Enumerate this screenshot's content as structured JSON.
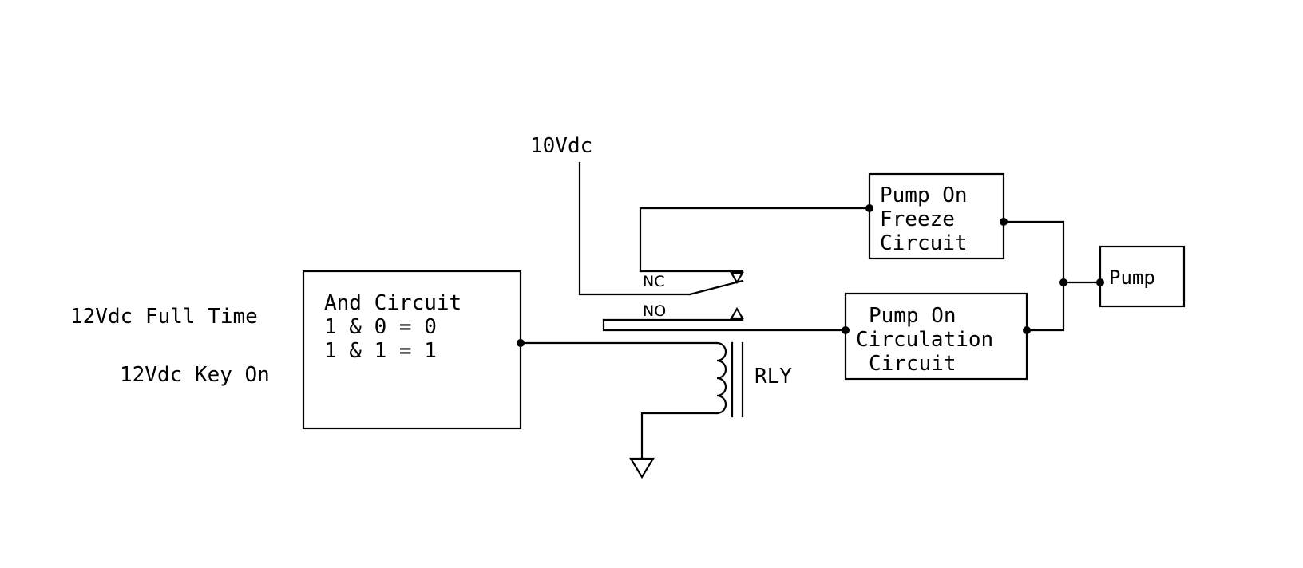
{
  "inputs": {
    "full_time": "12Vdc Full Time",
    "key_on": "12Vdc Key On"
  },
  "and_circuit": {
    "title": "And Circuit",
    "line1": "1 & 0 = 0",
    "line2": "1 & 1 = 1"
  },
  "supply": "10Vdc",
  "relay": {
    "label": "RLY",
    "nc": "NC",
    "no": "NO"
  },
  "freeze_circuit": {
    "line1": "Pump On",
    "line2": "Freeze",
    "line3": "Circuit"
  },
  "circulation_circuit": {
    "line1": "Pump On",
    "line2": "Circulation",
    "line3": "Circuit"
  },
  "pump": "Pump"
}
